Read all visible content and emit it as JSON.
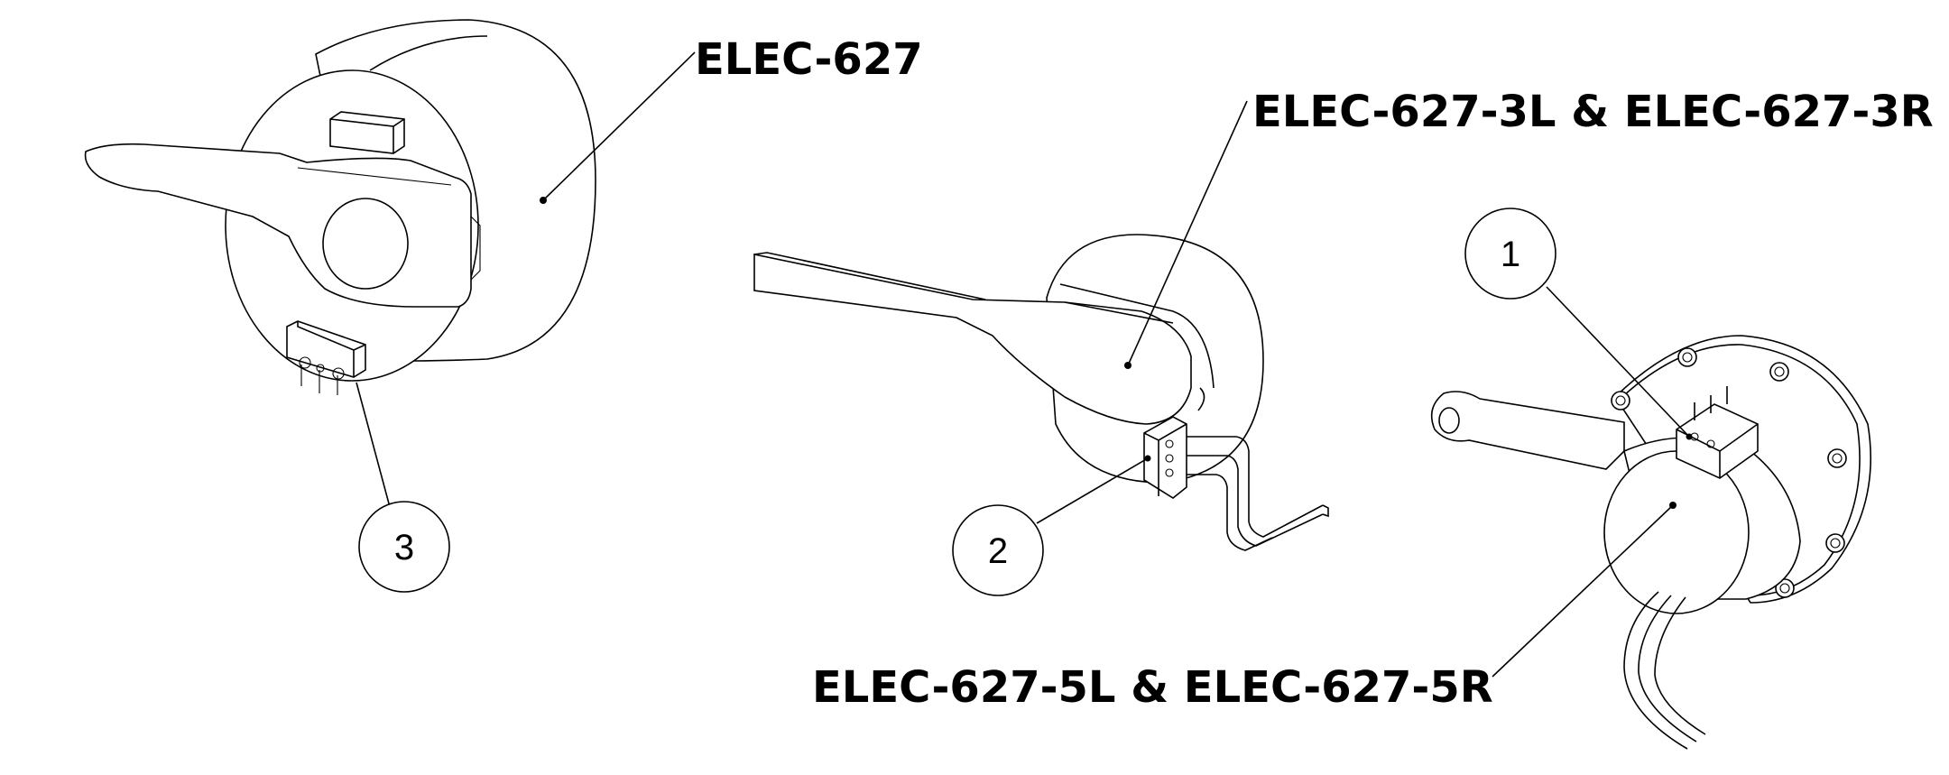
{
  "title": "",
  "colors": {
    "ink": "#000000",
    "paper": "#ffffff"
  },
  "labels": {
    "assembly_a": "ELEC-627",
    "assembly_b": "ELEC-627-3L & ELEC-627-3R",
    "assembly_c": "ELEC-627-5L & ELEC-627-5R"
  },
  "balloons": {
    "item_1": "1",
    "item_2": "2",
    "item_3": "3"
  }
}
